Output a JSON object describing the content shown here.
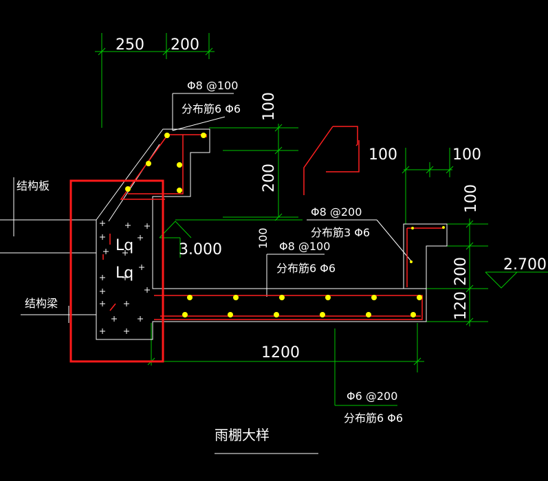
{
  "title": "雨棚大样",
  "dimensions": {
    "d250": "250",
    "d200_top": "200",
    "d100_upper": "100",
    "d200_upper": "200",
    "d100_right_a": "100",
    "d100_right_b": "100",
    "d100_right_v": "100",
    "d200_right": "200",
    "d120_right": "120",
    "d100_mid": "100",
    "d1200": "1200"
  },
  "elevations": {
    "e3000": "3.000",
    "e2700": "2.700"
  },
  "rebar_notes": {
    "n1_main": "Φ8 @100",
    "n1_dist": "分布筋6 Φ6",
    "n2_main": "Φ8 @200",
    "n2_dist": "分布筋3 Φ6",
    "n3_main": "Φ8 @100",
    "n3_dist": "分布筋6 Φ6",
    "n4_main": "Φ6 @200",
    "n4_dist": "分布筋6 Φ6"
  },
  "labels": {
    "slab": "结构板",
    "beam": "结构梁",
    "lq1": "Lq",
    "lq2": "Lq"
  },
  "colors": {
    "background": "#000000",
    "outline": "#ffffff",
    "dimension": "#00c800",
    "rebar": "#ff2020",
    "highlight": "#ff1a1a",
    "bar_dot": "#ffff00"
  }
}
